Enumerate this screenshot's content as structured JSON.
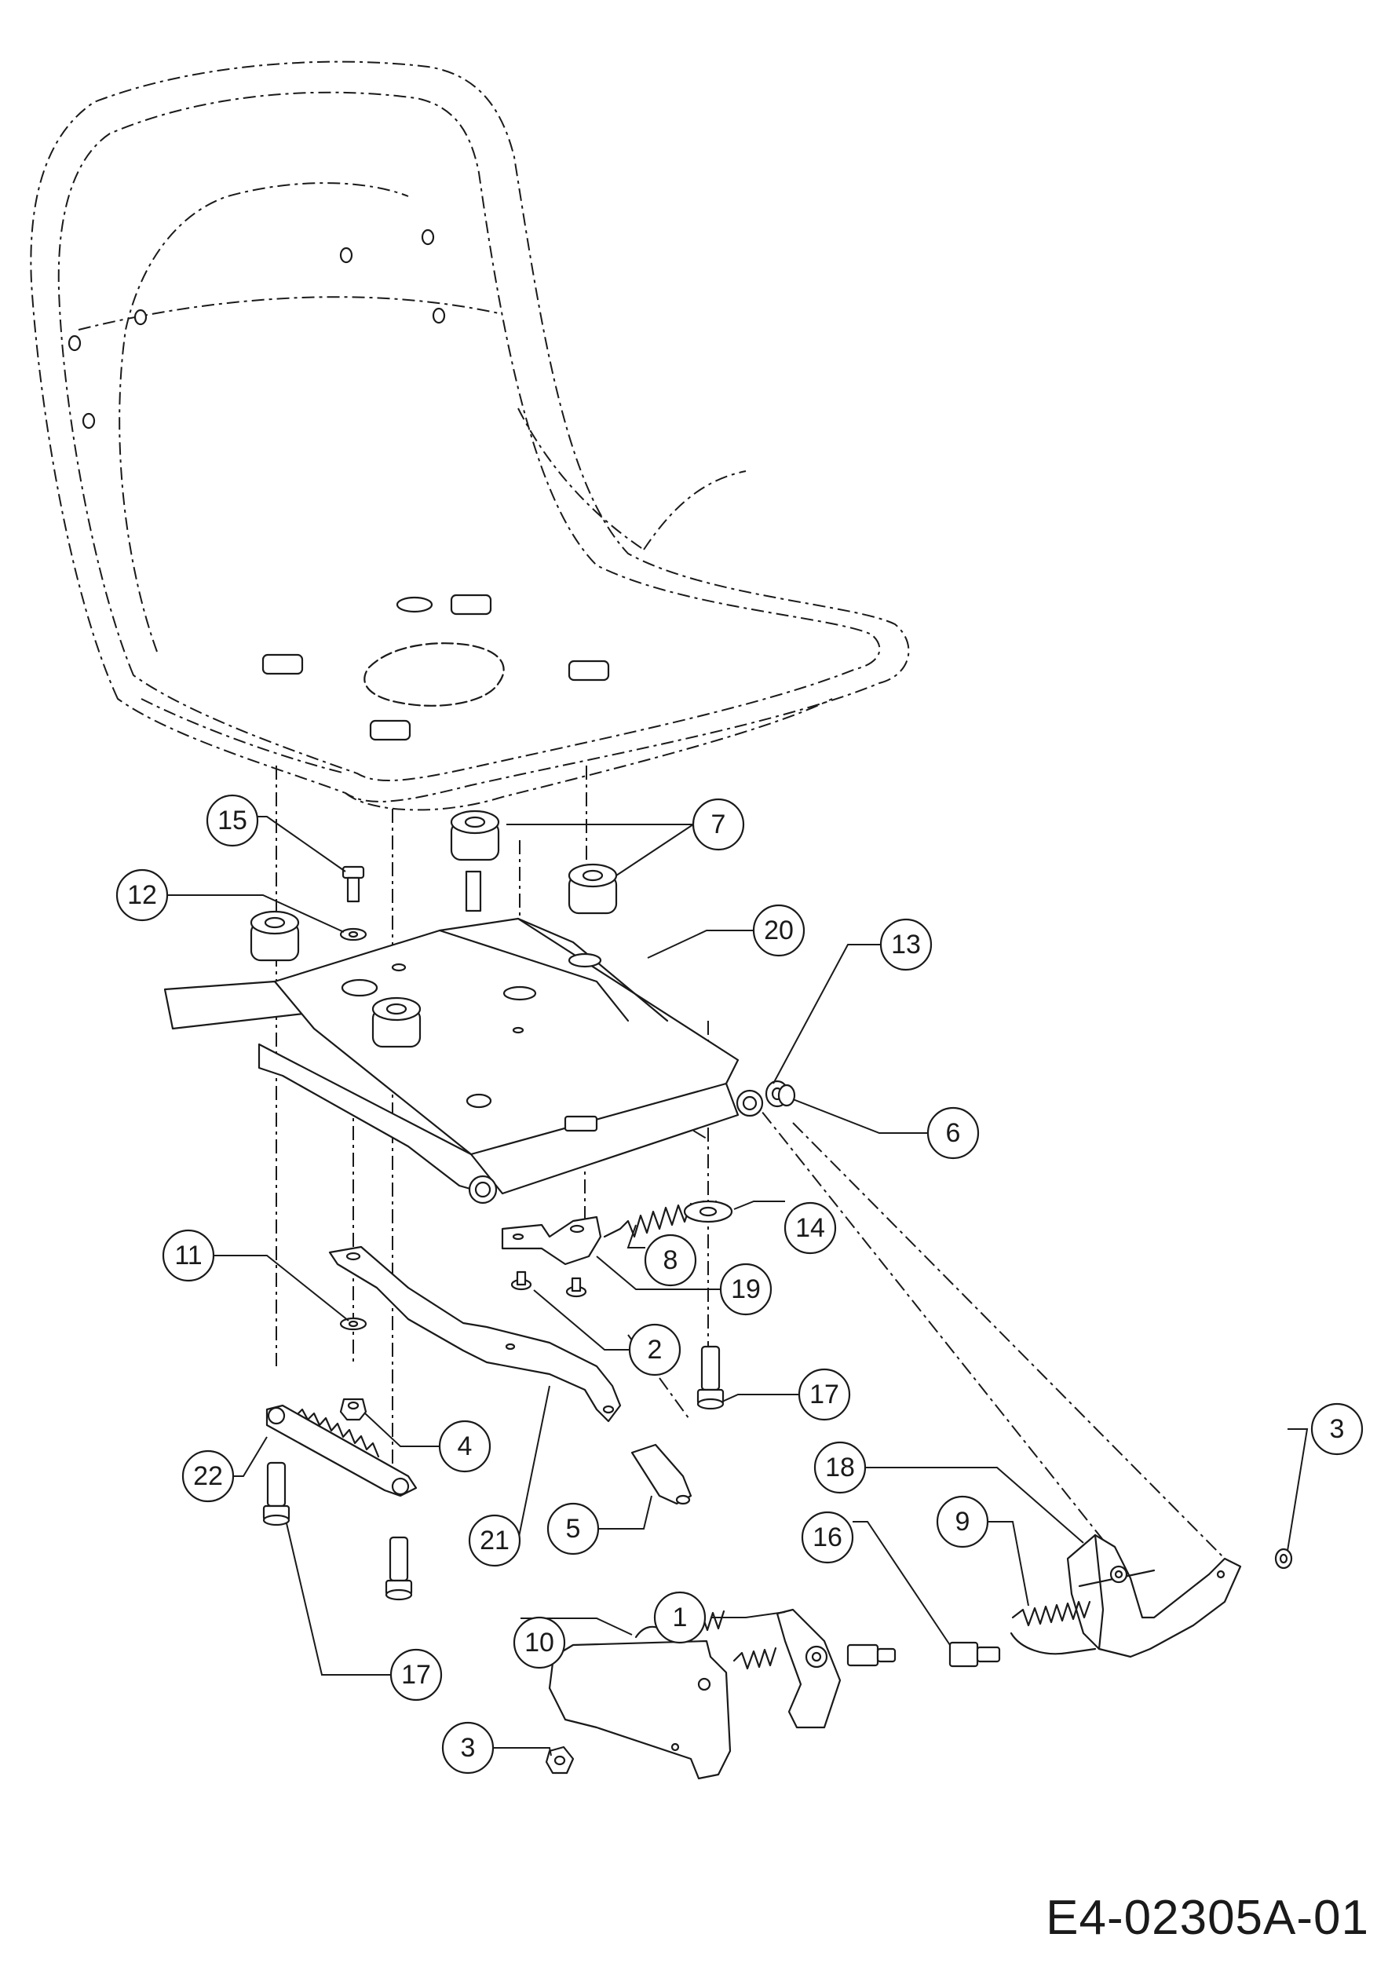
{
  "drawing_code": "E4-02305A-01",
  "callouts": {
    "c1": "1",
    "c2": "2",
    "c3a": "3",
    "c3b": "3",
    "c4": "4",
    "c5": "5",
    "c6": "6",
    "c7": "7",
    "c8": "8",
    "c9": "9",
    "c10": "10",
    "c11": "11",
    "c12": "12",
    "c13": "13",
    "c14": "14",
    "c15": "15",
    "c16": "16",
    "c17a": "17",
    "c17b": "17",
    "c18": "18",
    "c19": "19",
    "c20": "20",
    "c21": "21",
    "c22": "22"
  }
}
